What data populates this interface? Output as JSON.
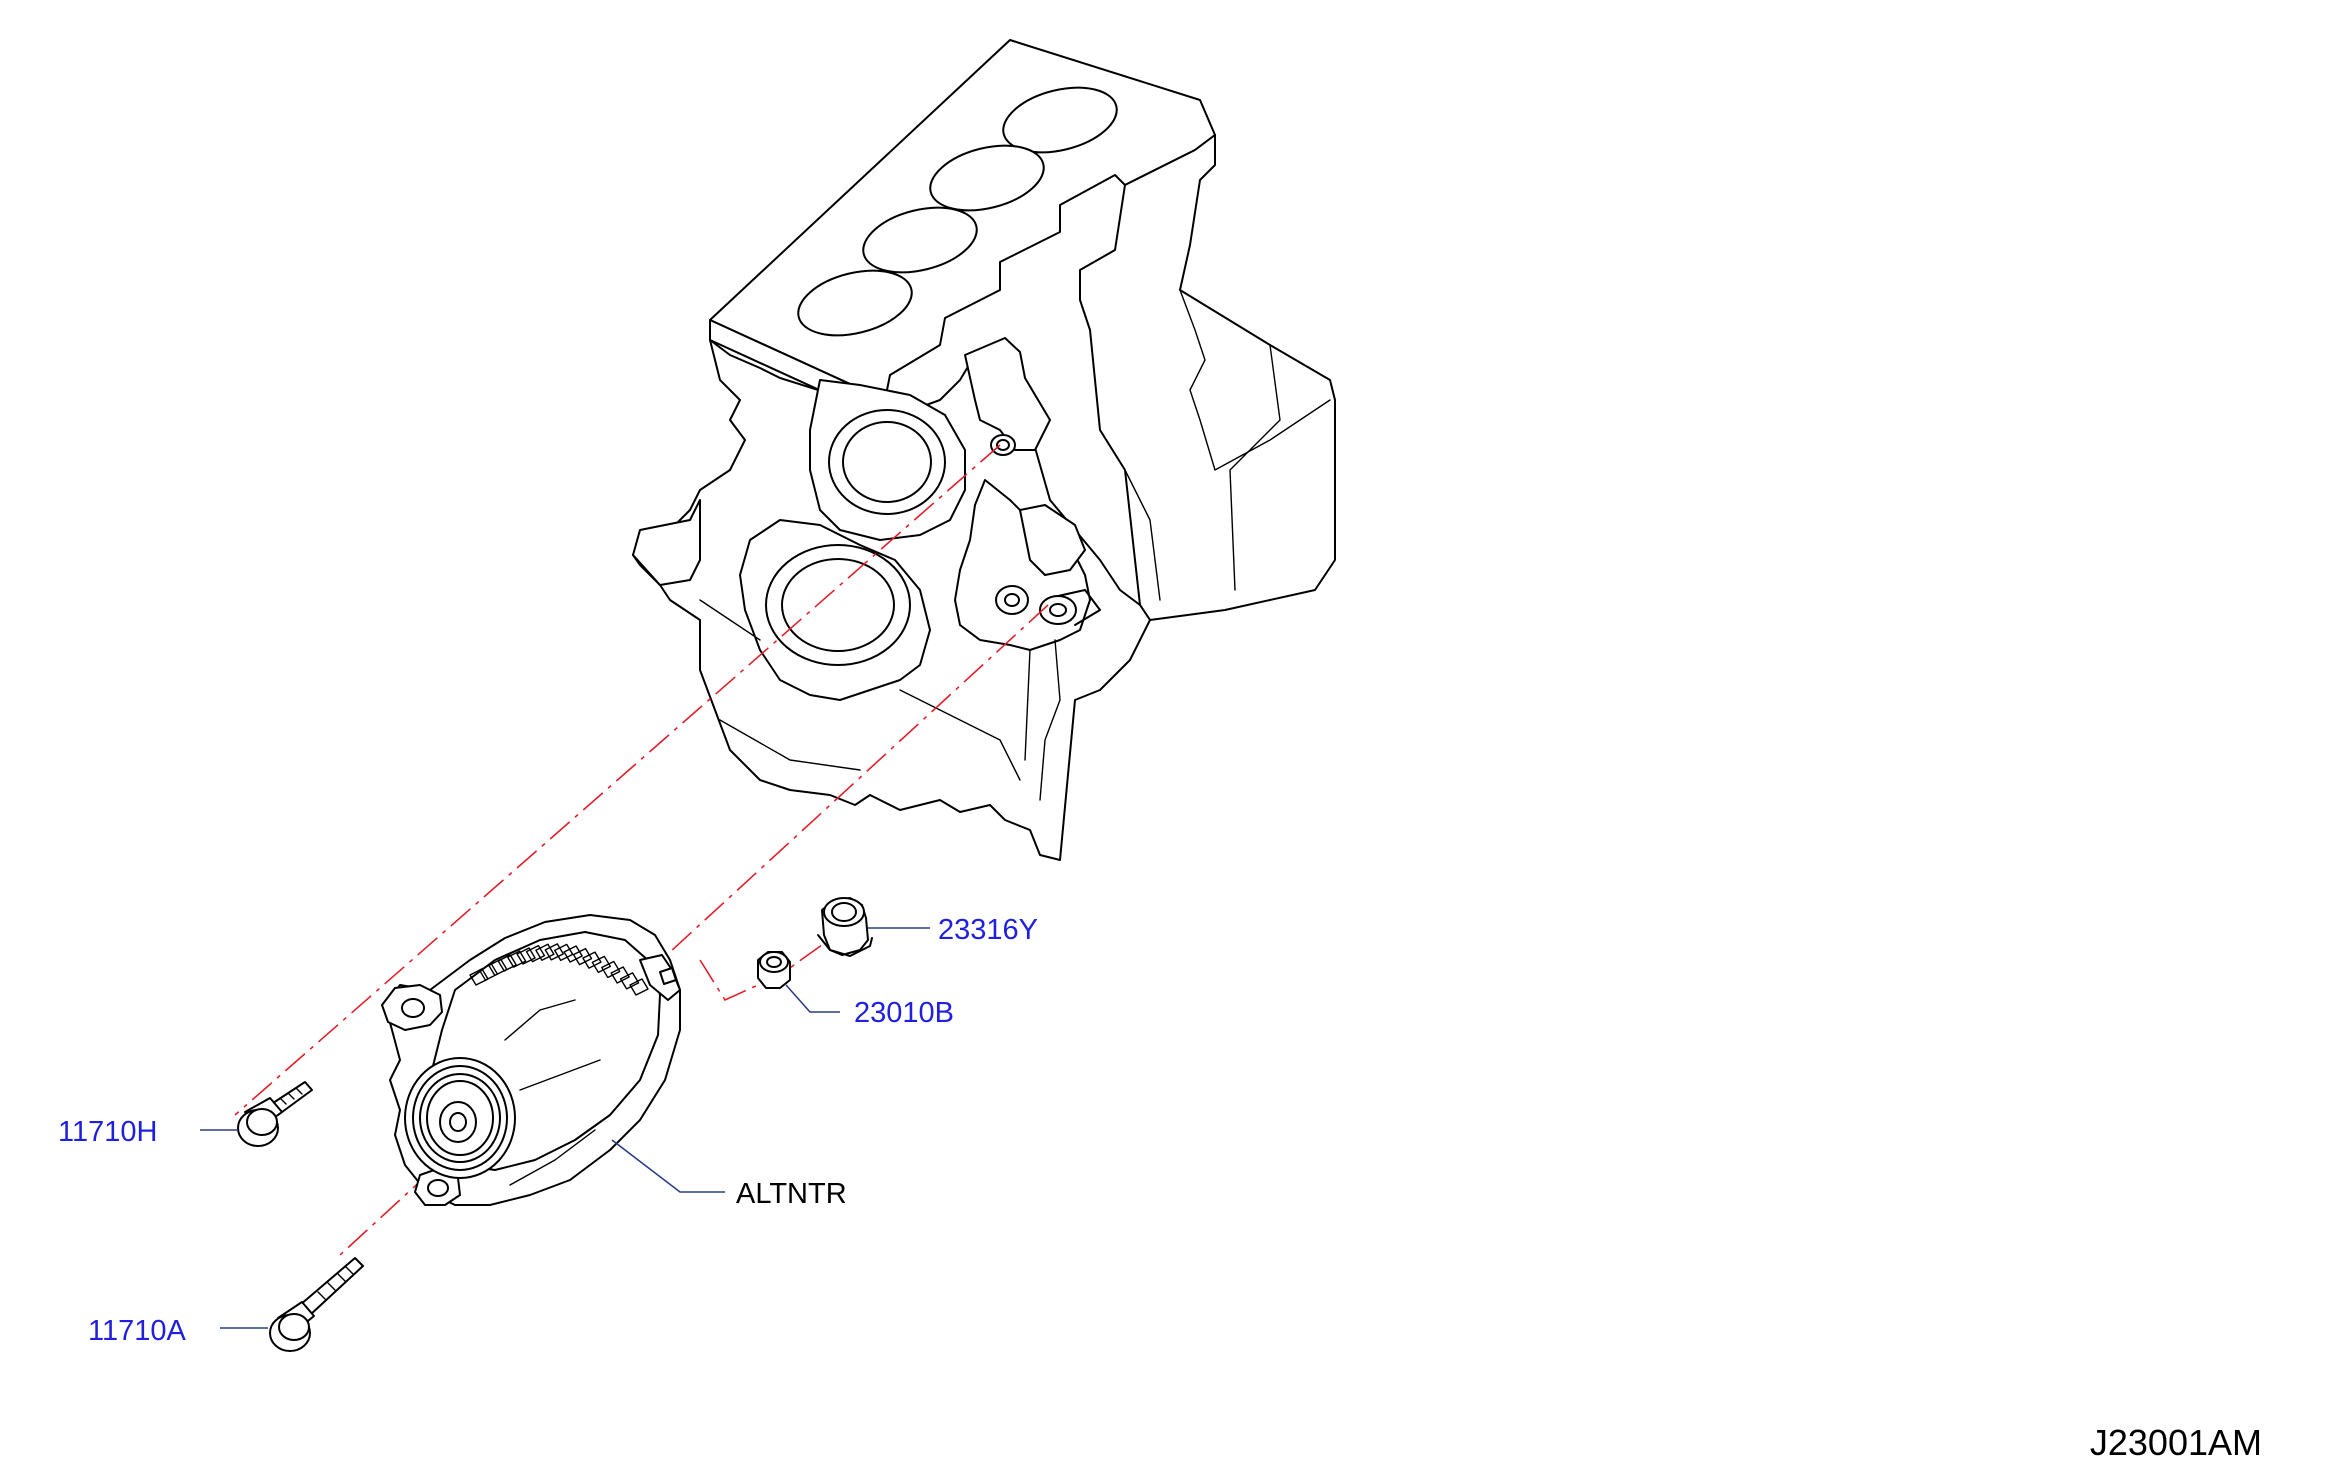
{
  "diagram": {
    "id": "J23001AM",
    "callouts": {
      "bracket_nut": "23316Y",
      "alternator_nut": "23010B",
      "upper_bolt": "11710H",
      "lower_bolt": "11710A",
      "alternator": "ALTNTR"
    }
  },
  "colors": {
    "part_number_text": "#1f1fe0",
    "label_text": "#000000",
    "leader_line": "#2b3e86",
    "centerline": "#e0202a",
    "outline": "#000000"
  },
  "icons": {
    "engine_block": "engine-block-illustration",
    "alternator": "alternator-illustration",
    "bolt": "flange-bolt-illustration",
    "nut": "flange-nut-illustration"
  }
}
